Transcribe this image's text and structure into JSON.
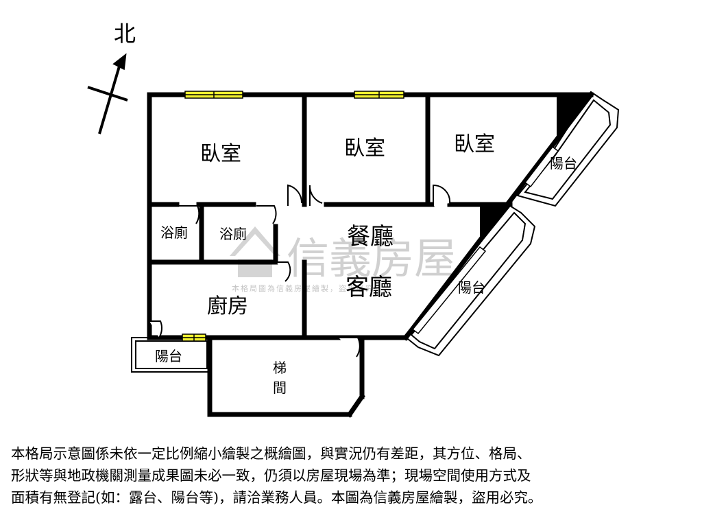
{
  "compass": {
    "north_label": "北"
  },
  "rooms": {
    "bedroom_1": "臥室",
    "bedroom_2": "臥室",
    "bedroom_3": "臥室",
    "bathroom_1": "浴廁",
    "bathroom_2": "浴廁",
    "dining": "餐廳",
    "living": "客廳",
    "kitchen": "廚房",
    "balcony_ne": "陽台",
    "balcony_e": "陽台",
    "balcony_sw": "陽台",
    "stairwell_1": "梯",
    "stairwell_2": "間"
  },
  "watermark": {
    "brand": "信義房屋",
    "notice": "本格局圖為信義房屋繪製，盜用必究"
  },
  "disclaimer": {
    "line1": "本格局示意圖係未依一定比例縮小繪製之概繪圖，與實況仍有差距，其方位、格局、",
    "line2": "形狀等與地政機關測量成果圖未必一致，仍須以房屋現場為準；現場空間使用方式及",
    "line3": "面積有無登記(如：露台、陽台等)，請洽業務人員。本圖為信義房屋繪製，盜用必究。"
  },
  "colors": {
    "wall": "#000000",
    "window": "#f2f230",
    "watermark": "#c8c8c8"
  }
}
